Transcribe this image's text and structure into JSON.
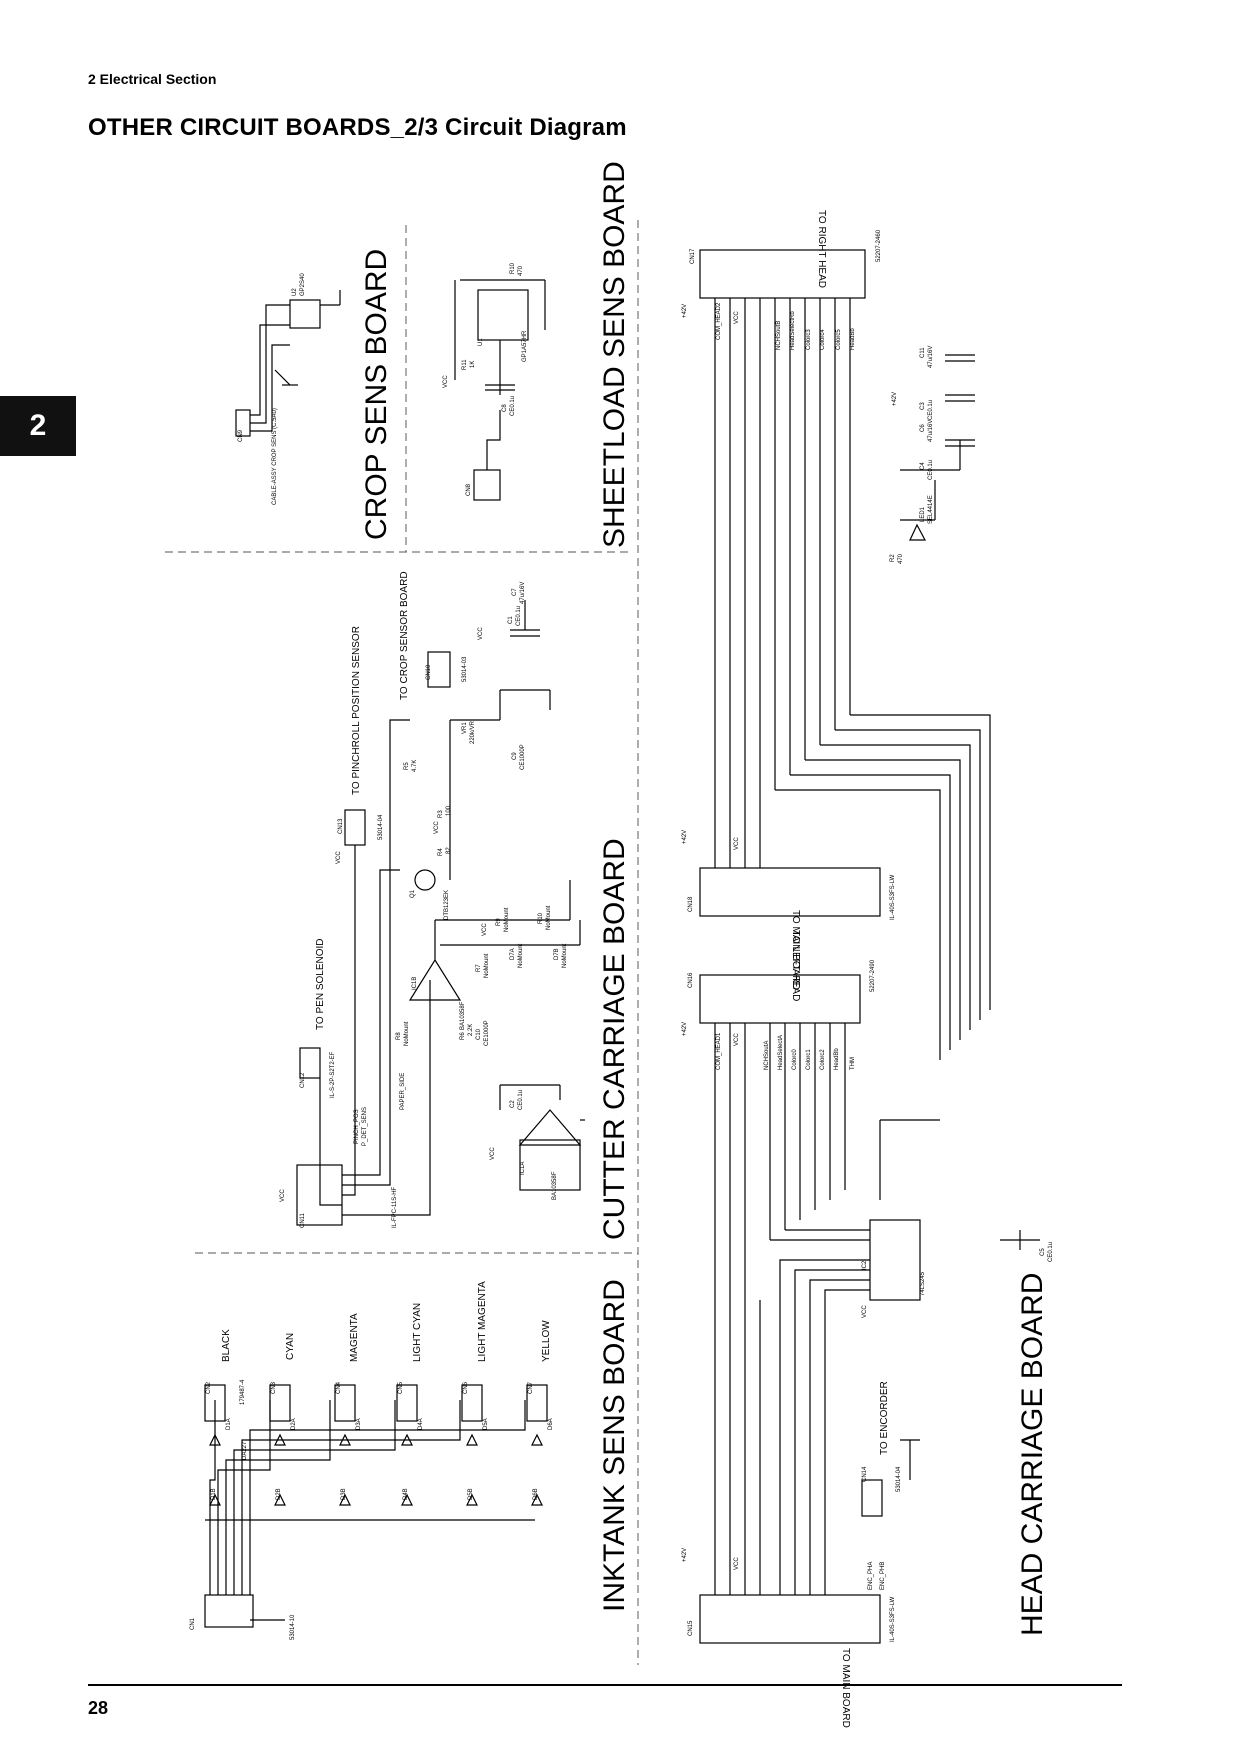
{
  "header": {
    "section": "2 Electrical Section",
    "title": "OTHER CIRCUIT BOARDS_2/3 Circuit Diagram",
    "chapter_tab": "2"
  },
  "footer": {
    "page_number": "28"
  },
  "boards": {
    "crop_sens": "CROP SENS BOARD",
    "sheetload_sens": "SHEETLOAD SENS BOARD",
    "cutter_carriage": "CUTTER CARRIAGE BOARD",
    "inktank_sens": "INKTANK SENS BOARD",
    "head_carriage": "HEAD CARRIAGE BOARD"
  },
  "destinations": {
    "to_right_head": "TO RIGHT HEAD",
    "to_main_board_upper": "TO MAIN BOARD",
    "to_left_head": "TO LEFT HEAD",
    "to_main_board_lower": "TO MAIN BOARD",
    "to_encorder": "TO ENCORDER",
    "to_pinchroll": "TO PINCHROLL POSITION SENSOR",
    "to_crop_sensor": "TO CROP SENSOR BOARD",
    "to_pen_solenoid": "TO PEN SOLENOID"
  },
  "ink_colors": [
    "BLACK",
    "CYAN",
    "MAGENTA",
    "LIGHT CYAN",
    "LIGHT MAGENTA",
    "YELLOW"
  ],
  "components": {
    "crop": {
      "cn9": "CN9",
      "cable": "CABLE-ASSY CROP SENS (C.5A0)",
      "u2": "U2",
      "u2_part": "GP2S40"
    },
    "sheetload": {
      "cn8": "CN8",
      "c8": "C8",
      "c8_val": "CE0.1u",
      "r11": "R11",
      "r11_val": "1K",
      "u1": "U1",
      "u1_part": "GP1A57HR",
      "r10": "R10",
      "r10_val": "470",
      "vcc": "VCC"
    },
    "cutter": {
      "cn11": "CN11",
      "cn11_part": "IL-FPC-11S-HF",
      "cn12": "CN12",
      "cn12_part": "IL-S-2P-S2T2-EF",
      "cn13": "CN13",
      "cn13_part": "53014-04",
      "cn10": "CN10",
      "cn10_part": "53014-03",
      "ic1a": "IC1A",
      "ic1a_part": "BA10358F",
      "ic1b": "IC1B",
      "ic1b_part": "BA10358F",
      "q1": "Q1",
      "q1_part": "DTB123EK",
      "vr1": "VR1",
      "vr1_val": "220k/VR",
      "r3": "R3",
      "r3_val": "100",
      "r4": "R4",
      "r4_val": "82",
      "r5": "R5",
      "r5_val": "4.7K",
      "r6": "R6",
      "r6_val": "2.2K",
      "r8": "R8",
      "r8_val": "NoMount",
      "r7": "R7",
      "r7_val": "NoMount",
      "r9": "R9",
      "r9_val": "NoMount",
      "r10": "R10",
      "r10_val": "NoMount",
      "c1": "C1",
      "c1_val": "CE0.1u",
      "c2": "C2",
      "c2_val": "CE0.1u",
      "c7": "C7",
      "c7_val": "47u/16V",
      "c9": "C9",
      "c9_val": "CE1000P",
      "c10": "C10",
      "c10_val": "CE1000P",
      "d7a": "D7A",
      "d7b": "D7B",
      "d_val": "NoMount",
      "pinch_pos": "PINCH_POS",
      "p_det": "P_DET_SENS",
      "paper_side": "PAPER_SIDE",
      "vcc": "VCC"
    },
    "head": {
      "cn17": "CN17",
      "cn17_part": "52207-2460",
      "cn18": "CN18",
      "cn18_part": "IL-40S-S3FS-LW",
      "cn16": "CN16",
      "cn16_part": "52207-2490",
      "cn15": "CN15",
      "cn15_part": "IL-40S-S3FS-LW",
      "cn14": "CN14",
      "cn14_part": "53014-04",
      "ic2": "IC2",
      "ic2_part": "74LS245",
      "c3": "C3",
      "c3_val": "CE0.1u",
      "c4": "C4",
      "c4_val": "CE0.1u",
      "c5": "C5",
      "c5_val": "CE0.1u",
      "c6": "C6",
      "c6_val": "47u/16V",
      "c11": "C11",
      "c11_val": "47u/16V",
      "r2": "R2",
      "r2_val": "470",
      "led1": "LED1",
      "led1_part": "SEL4414E",
      "plus42v": "+42V",
      "vcc": "VCC",
      "com_head2": "COM_HEAD2",
      "com_head1": "COM_HEAD1",
      "enc_pha": "ENC_PHA",
      "enc_phb": "ENC_PHB",
      "right_signals": [
        "NCHSoutB",
        "HeadSelectRb",
        "Colorc3",
        "Colorc4",
        "Colorc5",
        "HeadBb"
      ],
      "left_signals": [
        "NCHSoutA",
        "HeadSelectA",
        "Colorc0",
        "Colorc1",
        "Colorc2",
        "HeadBb",
        "THM"
      ]
    },
    "inktank": {
      "cn1": "CN1",
      "cn1_part": "53014-10",
      "connectors": [
        "CN2",
        "CN3",
        "CN4",
        "CN5",
        "CN6",
        "CN7"
      ],
      "connector_part": "179487-4",
      "diodes_a": [
        "D1A",
        "D2A",
        "D3A",
        "D4A",
        "D5A",
        "D6A"
      ],
      "diodes_b": [
        "D1B",
        "D2B",
        "D3B",
        "D4B",
        "D5B",
        "D6B"
      ],
      "diode_part": "DA227"
    }
  }
}
